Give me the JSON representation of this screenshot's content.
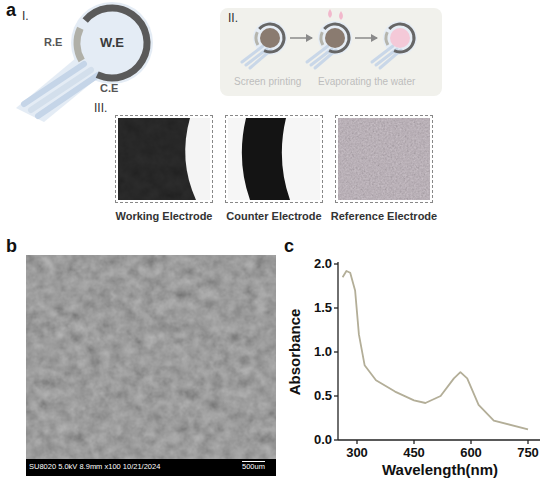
{
  "diagram": {
    "nodes": [
      {
        "text": [
          "W.E"
        ]
      },
      {
        "text": [
          "II.",
          "Screen printing",
          "Evaporating the water"
        ]
      },
      {
        "text": [
          "Working Electrode"
        ]
      },
      {
        "text": [
          "Counter Electrode"
        ]
      },
      {
        "text": [
          "Reference Electrode"
        ]
      },
      {
        "text": [
          "SU8020 5.0kV 8.9mm x100 10/21/2024",
          "500um"
        ]
      }
    ],
    "labels": [
      "a",
      "I.",
      "R.E",
      "C.E",
      "III.",
      "b",
      "c",
      "2.0",
      "1.5",
      "1.0",
      "0.5",
      "0.0",
      "300",
      "450",
      "600",
      "750",
      "Absorbance",
      "Wavelength(nm)"
    ]
  }
}
